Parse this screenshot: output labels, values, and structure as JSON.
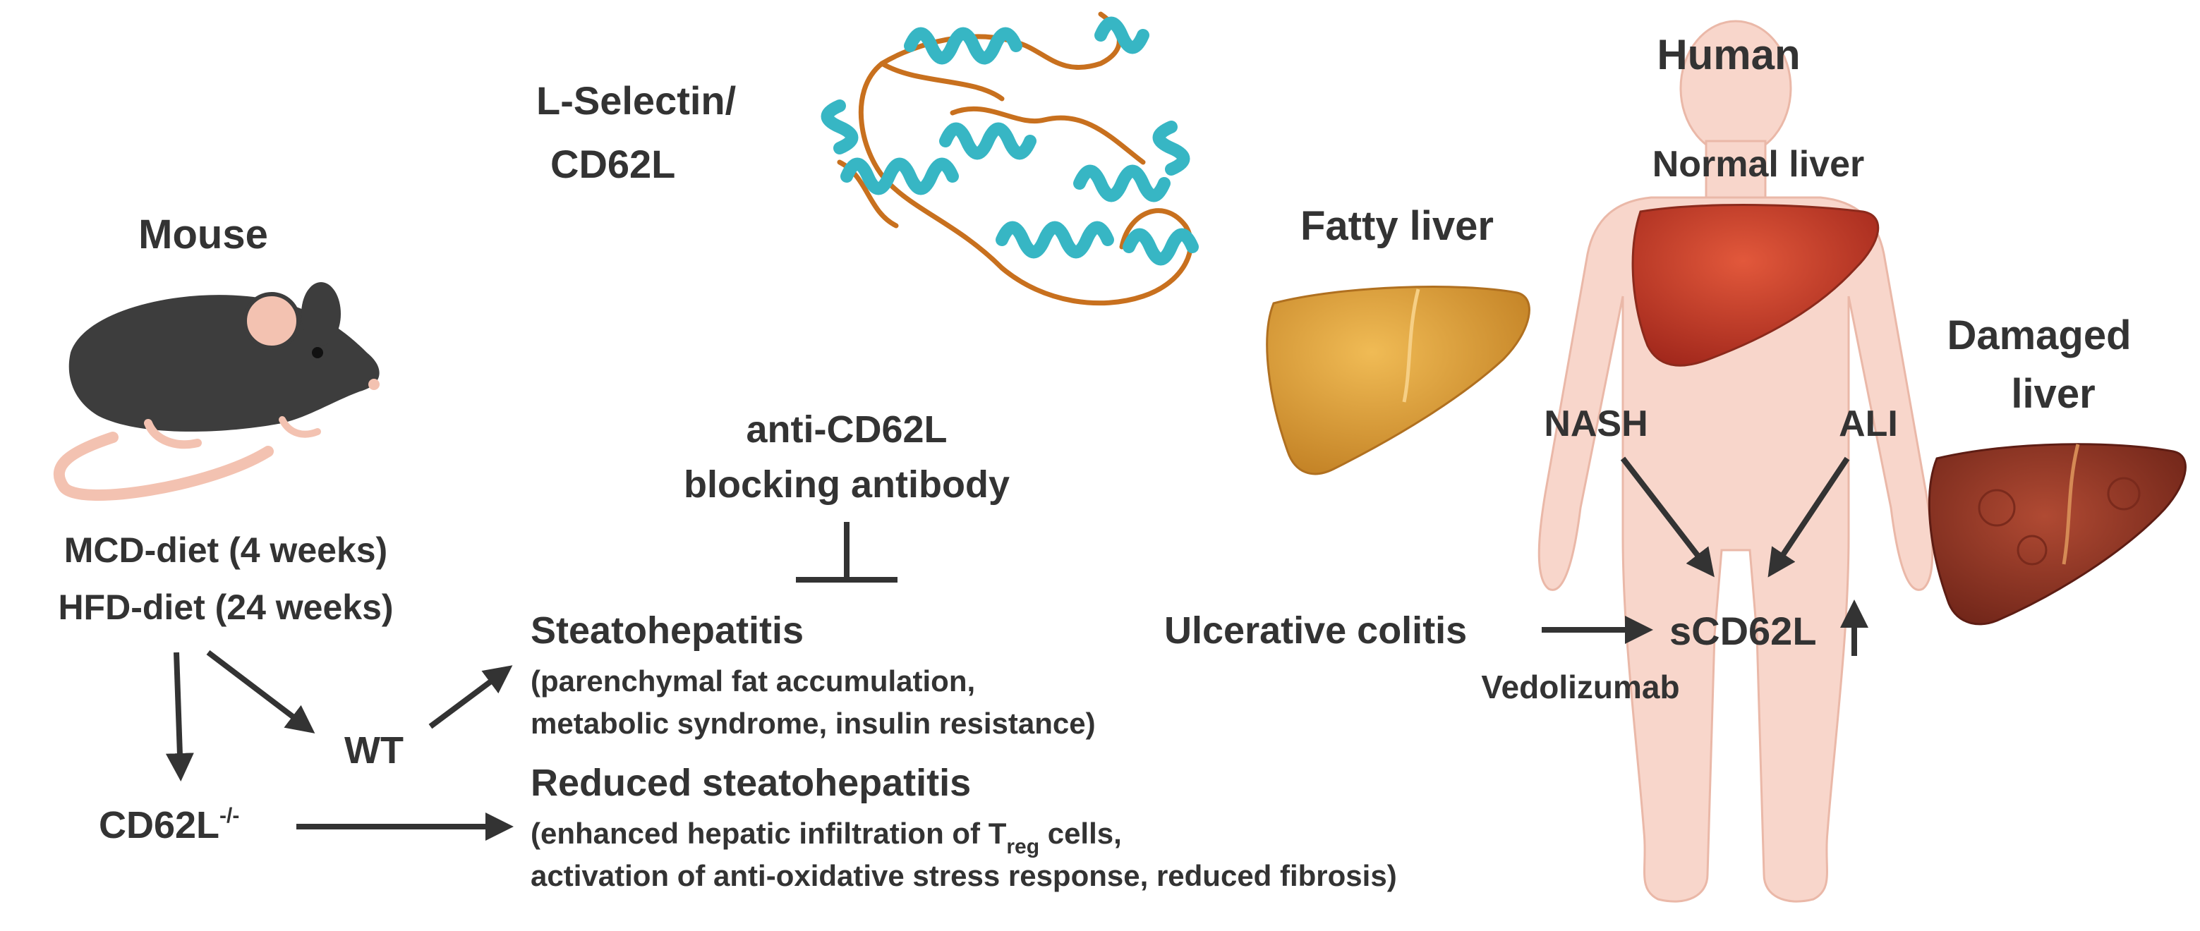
{
  "mouse": {
    "title": "Mouse",
    "diet_mcd": "MCD-diet (4 weeks)",
    "diet_hfd": "HFD-diet (24 weeks)",
    "wt": "WT",
    "knockout_base": "CD62L",
    "knockout_sup": "-/-"
  },
  "protein": {
    "line1": "L-Selectin/",
    "line2": "CD62L"
  },
  "antibody": {
    "line1": "anti-CD62L",
    "line2": "blocking antibody"
  },
  "steatohepatitis": {
    "title": "Steatohepatitis",
    "detail1": "(parenchymal fat accumulation,",
    "detail2": "metabolic syndrome, insulin resistance)"
  },
  "reduced": {
    "title": "Reduced steatohepatitis",
    "detail1_pre": "(enhanced hepatic infiltration of T",
    "detail1_sub": "reg",
    "detail1_post": " cells,",
    "detail2": "activation of anti-oxidative stress response, reduced fibrosis)"
  },
  "human": {
    "title": "Human",
    "normal_liver": "Normal liver",
    "fatty_liver": "Fatty liver",
    "damaged_liver_1": "Damaged",
    "damaged_liver_2": "liver",
    "nash": "NASH",
    "ali": "ALI",
    "ulcerative_colitis": "Ulcerative colitis",
    "scd62l": "sCD62L",
    "vedolizumab": "Vedolizumab"
  },
  "colors": {
    "text": "#333333",
    "mouse_body": "#3d3d3d",
    "mouse_pink": "#f3c2b1",
    "helix": "#37b6c4",
    "coil": "#c8701e",
    "skin": "#f8d6cb",
    "normal_liver": "#c8402a",
    "fatty_liver": "#dea23c",
    "damaged_liver": "#96382a"
  }
}
